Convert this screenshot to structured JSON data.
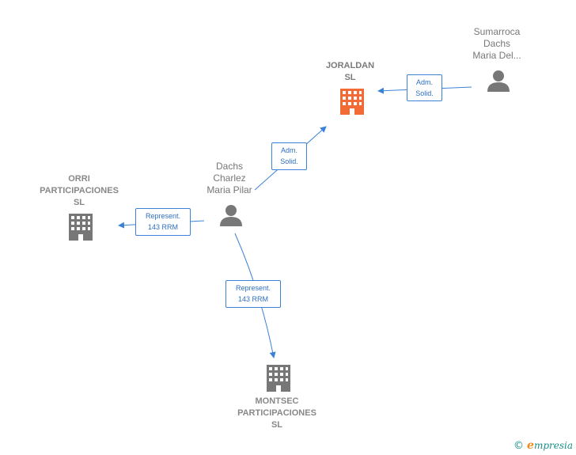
{
  "nodes": {
    "joraldan": {
      "label": "JORALDAN\nSL",
      "icon": "building-icon",
      "color": "#f26a35"
    },
    "orri": {
      "label": "ORRI\nPARTICIPACIONES\nSL",
      "icon": "building-icon",
      "color": "#777777"
    },
    "montsec": {
      "label": "MONTSEC\nPARTICIPACIONES\nSL",
      "icon": "building-icon",
      "color": "#777777"
    },
    "dachs_charlez": {
      "label": "Dachs\nCharlez\nMaria Pilar",
      "icon": "person-icon",
      "color": "#777777"
    },
    "sumarroca": {
      "label": "Sumarroca\nDachs\nMaria Del...",
      "icon": "person-icon",
      "color": "#777777"
    }
  },
  "edges": {
    "sumarroca_to_joraldan": "Adm.\nSolid.",
    "dachs_to_joraldan": "Adm.\nSolid.",
    "dachs_to_orri": "Represent.\n143 RRM",
    "dachs_to_montsec": "Represent.\n143 RRM"
  },
  "colors": {
    "edge": "#3b82d6"
  },
  "footer": {
    "copyright": "©",
    "brand_initial": "e",
    "brand_rest": "mpresia"
  }
}
